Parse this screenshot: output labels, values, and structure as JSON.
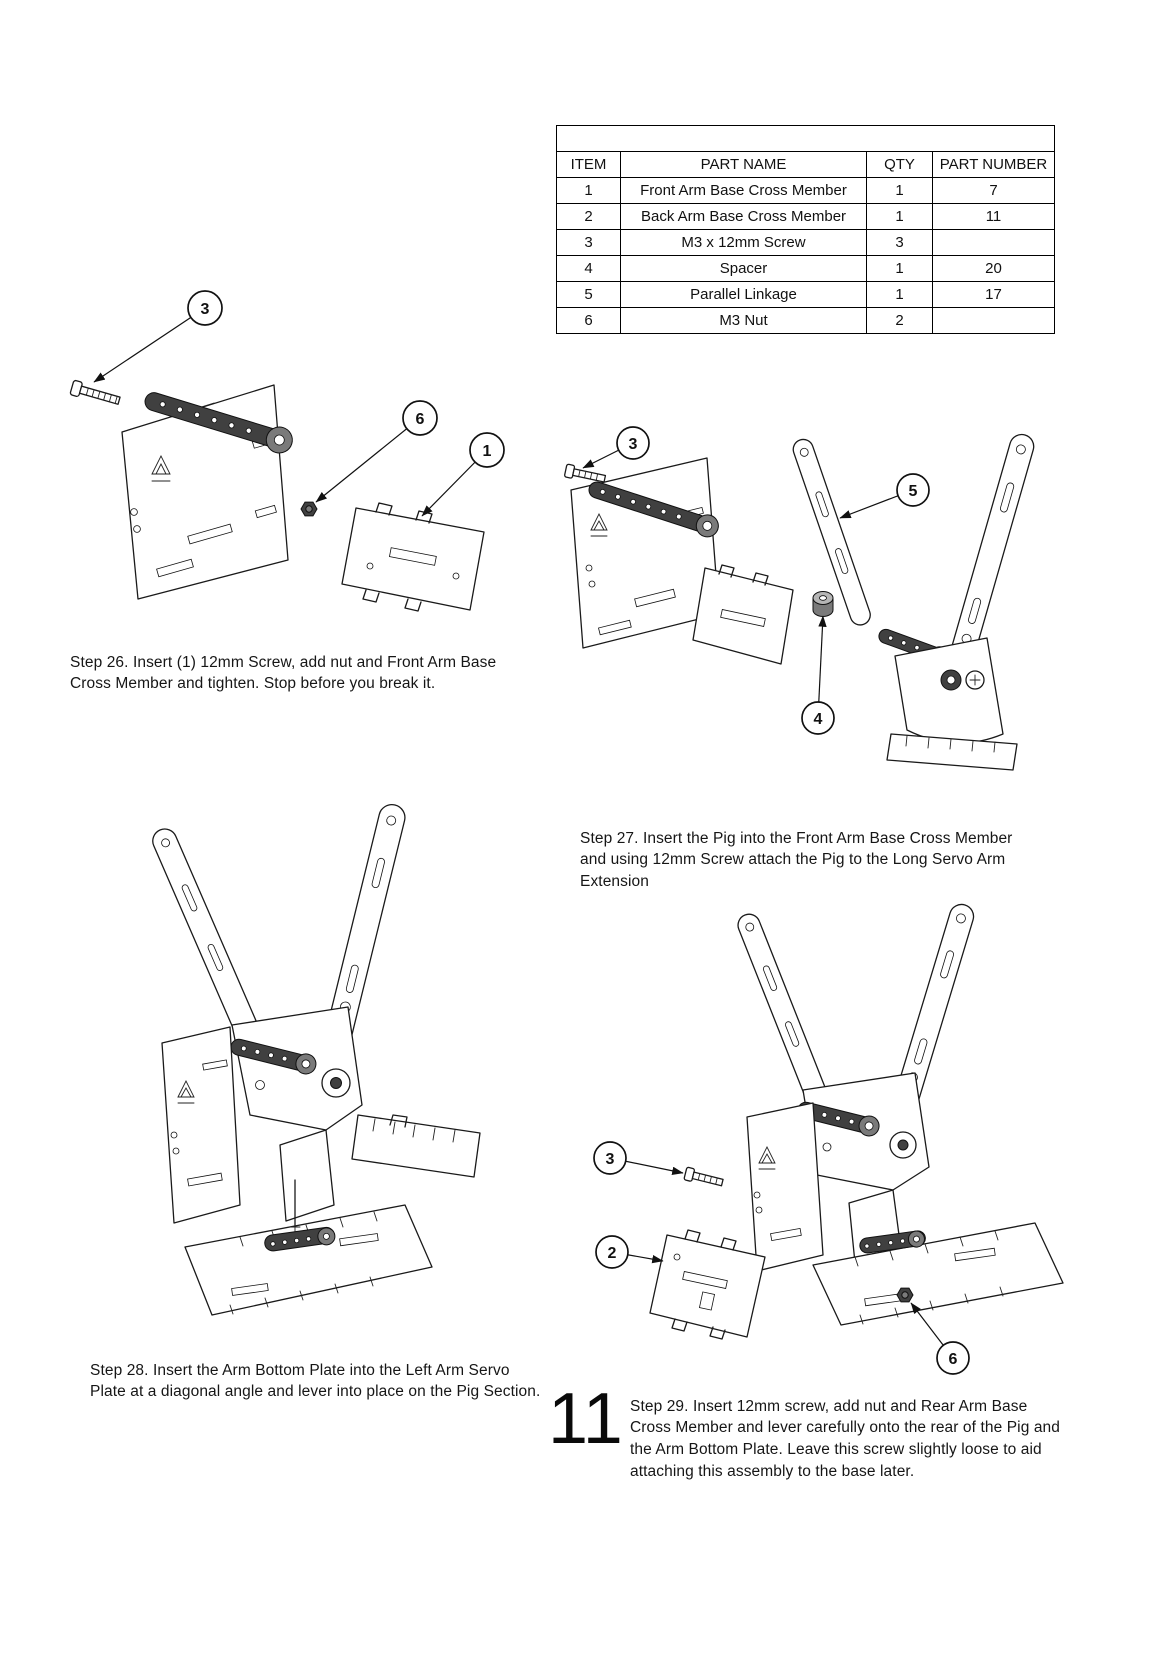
{
  "page_number": "11",
  "ink_color": "#1a1a1a",
  "parts_table": {
    "headers": {
      "item": "ITEM",
      "part_name": "PART NAME",
      "qty": "QTY",
      "part_number": "PART NUMBER"
    },
    "rows": [
      {
        "item": "1",
        "part_name": "Front Arm Base Cross Member",
        "qty": "1",
        "part_number": "7"
      },
      {
        "item": "2",
        "part_name": "Back Arm Base Cross Member",
        "qty": "1",
        "part_number": "11"
      },
      {
        "item": "3",
        "part_name": "M3 x 12mm Screw",
        "qty": "3",
        "part_number": ""
      },
      {
        "item": "4",
        "part_name": "Spacer",
        "qty": "1",
        "part_number": "20"
      },
      {
        "item": "5",
        "part_name": "Parallel Linkage",
        "qty": "1",
        "part_number": "17"
      },
      {
        "item": "6",
        "part_name": "M3 Nut",
        "qty": "2",
        "part_number": ""
      }
    ]
  },
  "steps": {
    "step26": {
      "caption": "Step 26. Insert (1) 12mm Screw, add nut and Front Arm Base Cross Member and tighten. Stop before you break it.",
      "balloons": {
        "screw": "3",
        "nut": "6",
        "cross_member": "1"
      }
    },
    "step27": {
      "caption": "Step 27. Insert the Pig into the Front Arm Base Cross Member and using 12mm Screw attach the Pig to the Long Servo Arm Extension",
      "balloons": {
        "screw": "3",
        "linkage": "5",
        "spacer": "4"
      }
    },
    "step28": {
      "caption": "Step 28. Insert the Arm Bottom Plate into the Left Arm Servo Plate at a diagonal angle and lever into place on the Pig Section."
    },
    "step29": {
      "caption": "Step 29. Insert 12mm screw, add nut and Rear Arm Base Cross Member and lever carefully onto the rear of the Pig and the Arm Bottom Plate. Leave this screw slightly loose to aid attaching this assembly to the base later.",
      "balloons": {
        "screw": "3",
        "cross_member": "2",
        "nut": "6"
      }
    }
  }
}
